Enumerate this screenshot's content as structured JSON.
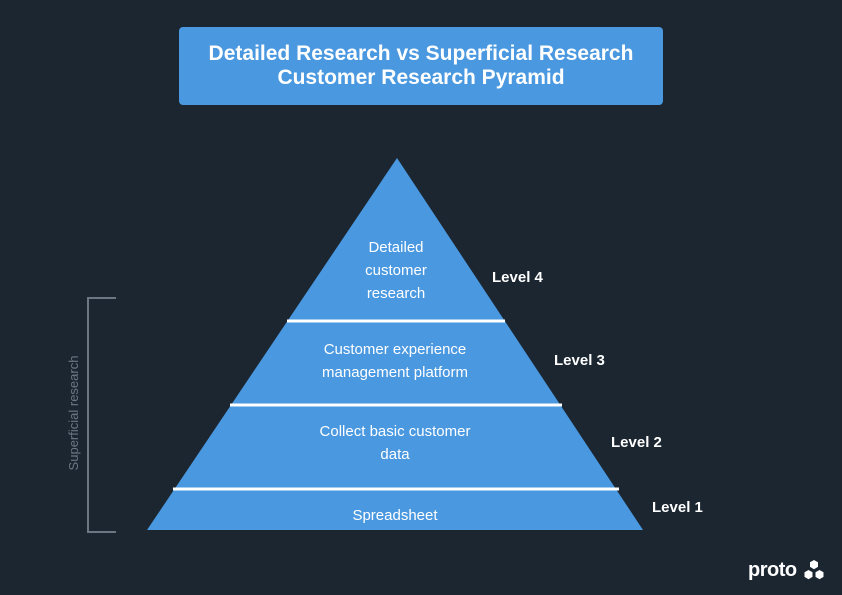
{
  "title": {
    "line1": "Detailed Research vs Superficial Research",
    "line2": "Customer Research Pyramid"
  },
  "tiers": [
    {
      "lines": [
        "Detailed",
        "customer",
        "research"
      ],
      "level": "Level 4"
    },
    {
      "lines": [
        "Customer experience",
        "management platform"
      ],
      "level": "Level 3"
    },
    {
      "lines": [
        "Collect basic customer",
        "data"
      ],
      "level": "Level 2"
    },
    {
      "lines": [
        "Spreadsheet"
      ],
      "level": "Level 1"
    }
  ],
  "bracket": {
    "label": "Superficial research"
  },
  "logo": {
    "text": "proto",
    "icon": "hexagon-cluster-icon"
  },
  "colors": {
    "background": "#1b2631",
    "accent": "#4a98e0",
    "divider": "#ffffff",
    "bracket": "#6b7884"
  }
}
